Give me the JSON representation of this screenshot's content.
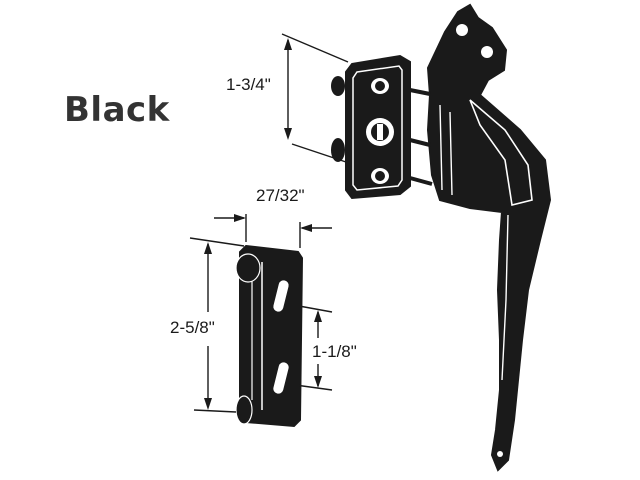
{
  "title": "Black",
  "dimensions": {
    "handle_height": "1-3/4\"",
    "keeper_width": "27/32\"",
    "keeper_length": "2-5/8\"",
    "keeper_hole_spacing": "1-1/8\""
  },
  "colors": {
    "part_fill": "#1a1a1a",
    "line": "#1a1a1a",
    "background": "#ffffff",
    "title_text": "#333333"
  }
}
